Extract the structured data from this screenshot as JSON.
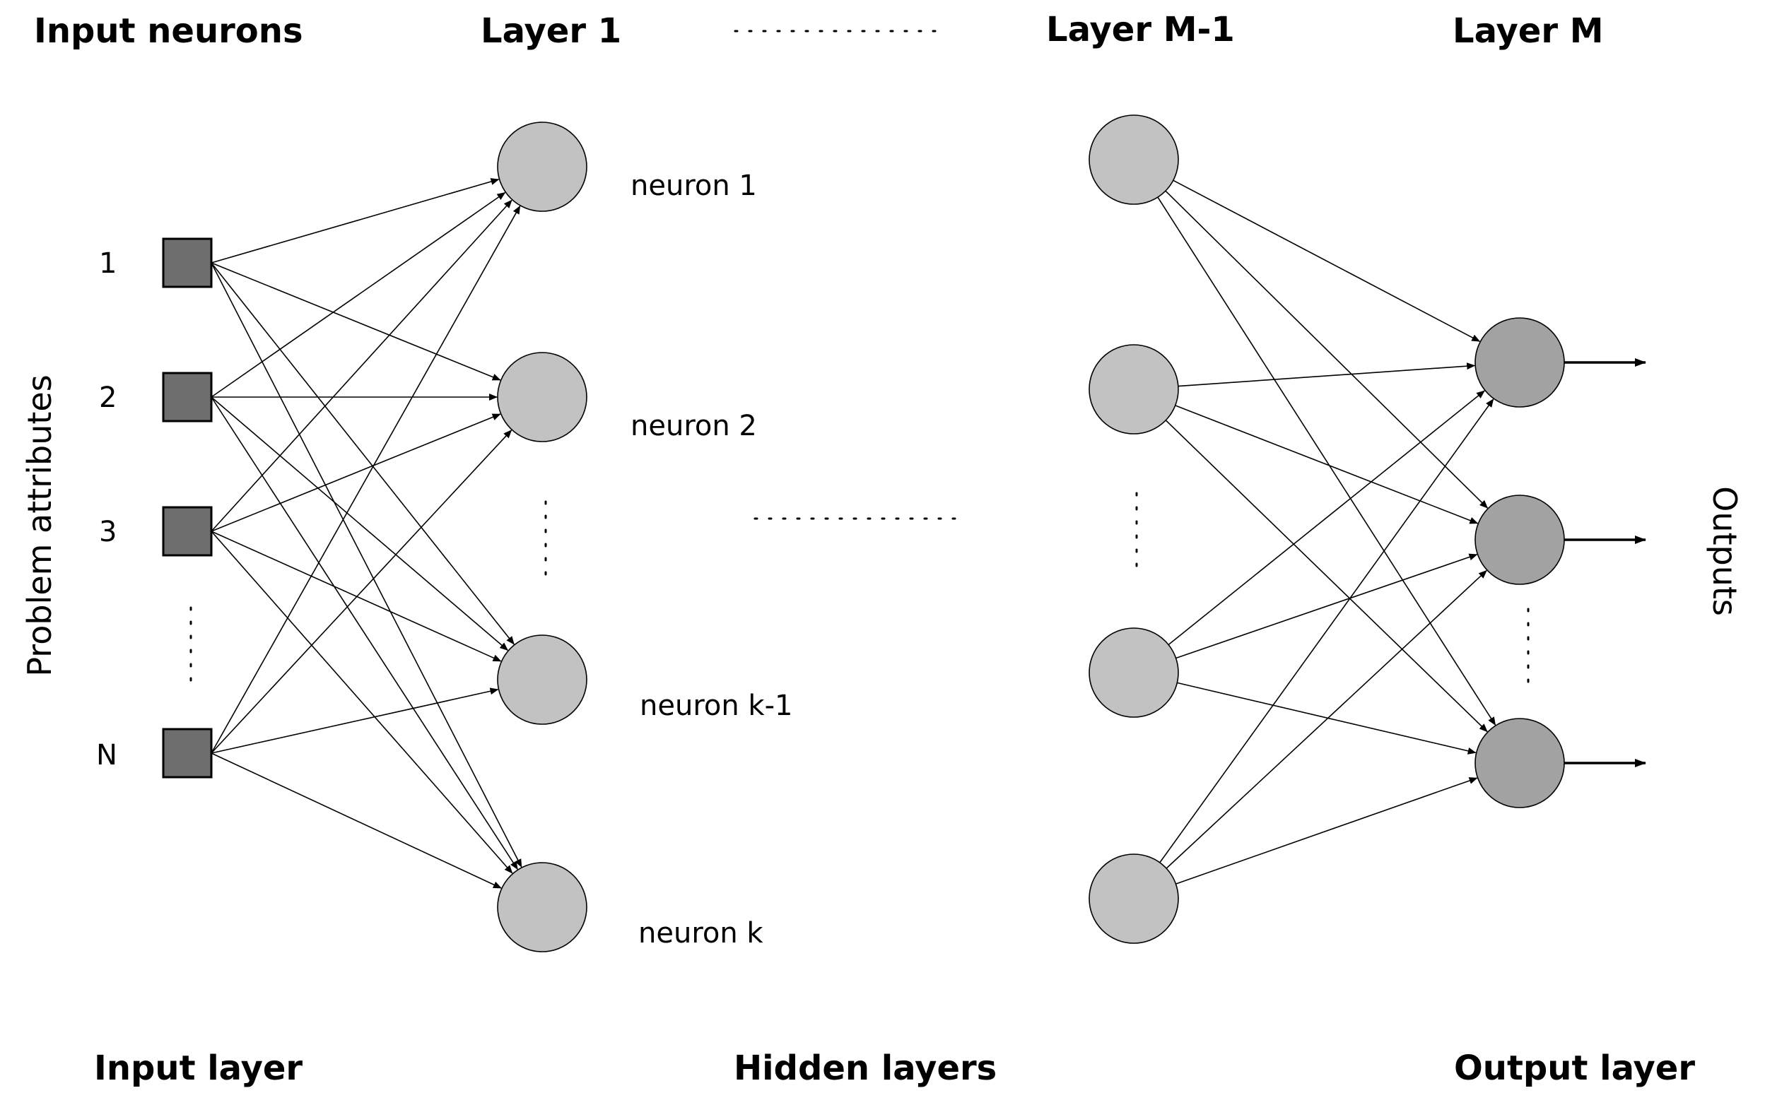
{
  "headers": {
    "input_neurons": "Input neurons",
    "layer_1": "Layer 1",
    "layer_m_minus_1": "Layer M-1",
    "layer_m": "Layer M"
  },
  "footers": {
    "input_layer": "Input layer",
    "hidden_layers": "Hidden layers",
    "output_layer": "Output layer"
  },
  "side_labels": {
    "problem_attributes": "Problem attributes",
    "outputs": "Outputs"
  },
  "input_indices": [
    "1",
    "2",
    "3",
    "N"
  ],
  "neuron_labels": [
    "neuron 1",
    "neuron 2",
    "neuron k-1",
    "neuron k"
  ],
  "colors": {
    "input_square": "#6e6e6e",
    "hidden_neuron": "#c2c2c2",
    "output_neuron": "#a2a2a2",
    "stroke": "#000000"
  }
}
